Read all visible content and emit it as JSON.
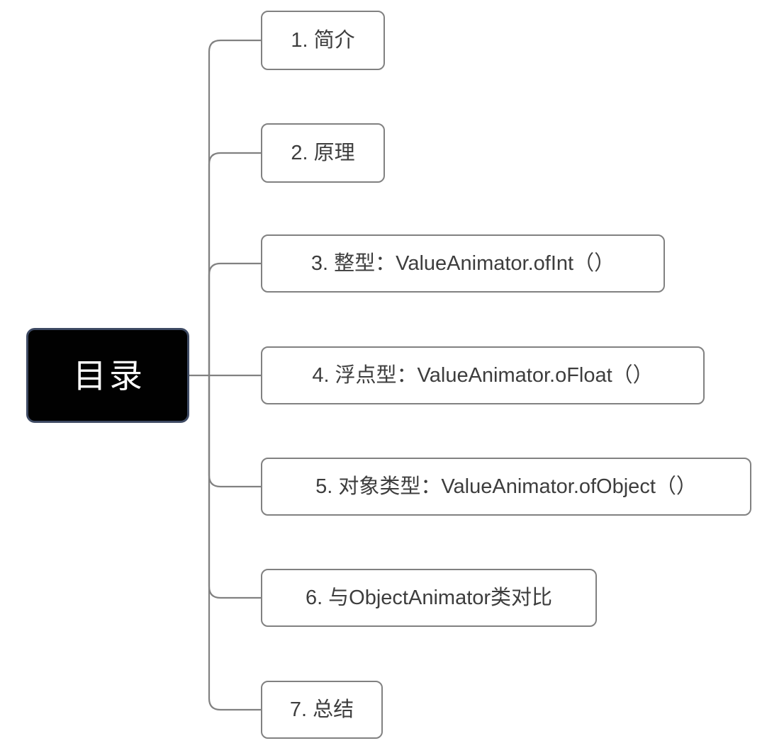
{
  "colors": {
    "background": "#ffffff",
    "line": "#818181",
    "node_border": "#818181",
    "node_bg": "#ffffff",
    "node_text": "#3d3d3d",
    "root_bg": "#010101",
    "root_border": "#3e4a63",
    "root_text": "#ffffff"
  },
  "tree": {
    "root": {
      "label": "目录"
    },
    "children": [
      {
        "label": "1. 简介"
      },
      {
        "label": "2. 原理"
      },
      {
        "label": "3. 整型：ValueAnimator.ofInt（）"
      },
      {
        "label": "4. 浮点型：ValueAnimator.oFloat（）"
      },
      {
        "label": "5. 对象类型：ValueAnimator.ofObject（）"
      },
      {
        "label": "6. 与ObjectAnimator类对比"
      },
      {
        "label": "7. 总结"
      }
    ]
  }
}
